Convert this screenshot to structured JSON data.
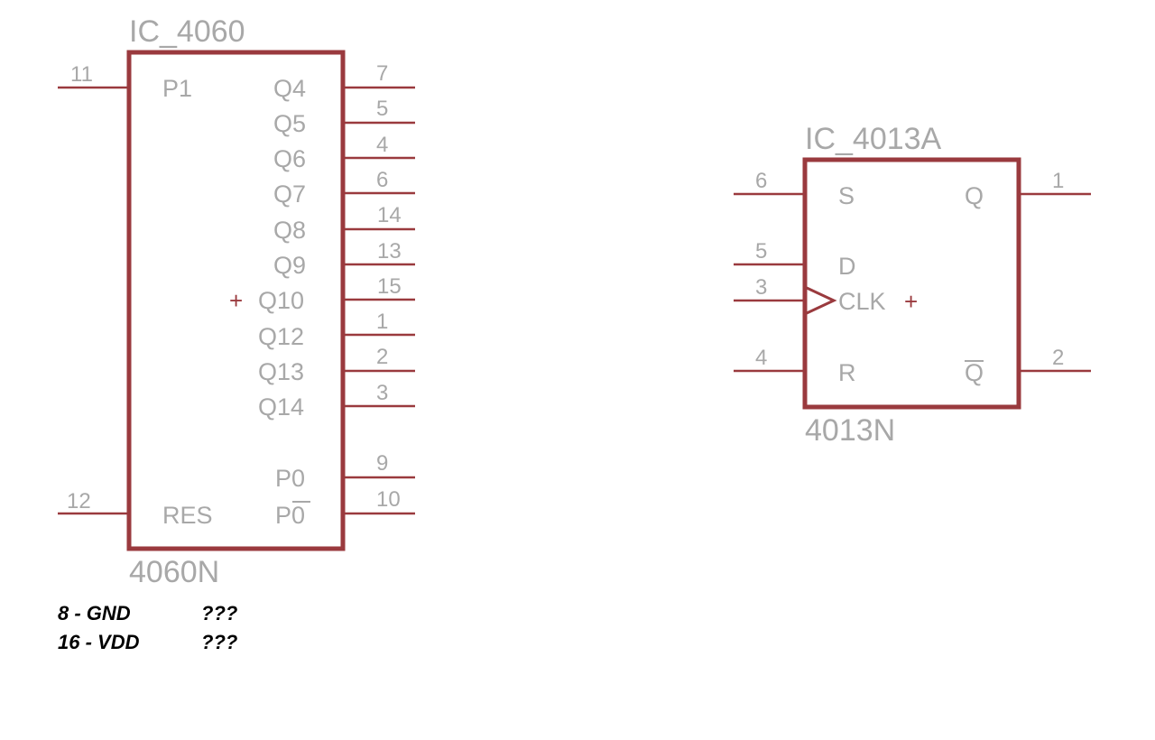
{
  "ic1": {
    "name": "IC_4060",
    "value": "4060N",
    "left_pins": [
      {
        "label": "P1",
        "num": "11"
      },
      {
        "label": "RES",
        "num": "12"
      }
    ],
    "right_pins": [
      {
        "label": "Q4",
        "num": "7"
      },
      {
        "label": "Q5",
        "num": "5"
      },
      {
        "label": "Q6",
        "num": "4"
      },
      {
        "label": "Q7",
        "num": "6"
      },
      {
        "label": "Q8",
        "num": "14"
      },
      {
        "label": "Q9",
        "num": "13"
      },
      {
        "label": "Q10",
        "num": "15"
      },
      {
        "label": "Q12",
        "num": "1"
      },
      {
        "label": "Q13",
        "num": "2"
      },
      {
        "label": "Q14",
        "num": "3"
      },
      {
        "label": "P0",
        "num": "9"
      },
      {
        "label": "P0",
        "num": "10"
      }
    ],
    "plus": "+"
  },
  "ic2": {
    "name": "IC_4013A",
    "value": "4013N",
    "left_pins": [
      {
        "label": "S",
        "num": "6"
      },
      {
        "label": "D",
        "num": "5"
      },
      {
        "label": "CLK",
        "num": "3"
      },
      {
        "label": "R",
        "num": "4"
      }
    ],
    "right_pins": [
      {
        "label": "Q",
        "num": "1"
      },
      {
        "label": "Q",
        "num": "2"
      }
    ],
    "plus": "+"
  },
  "notes": {
    "gnd_label": "8 - GND",
    "gnd_value": "???",
    "vdd_label": "16 - VDD",
    "vdd_value": "???"
  }
}
